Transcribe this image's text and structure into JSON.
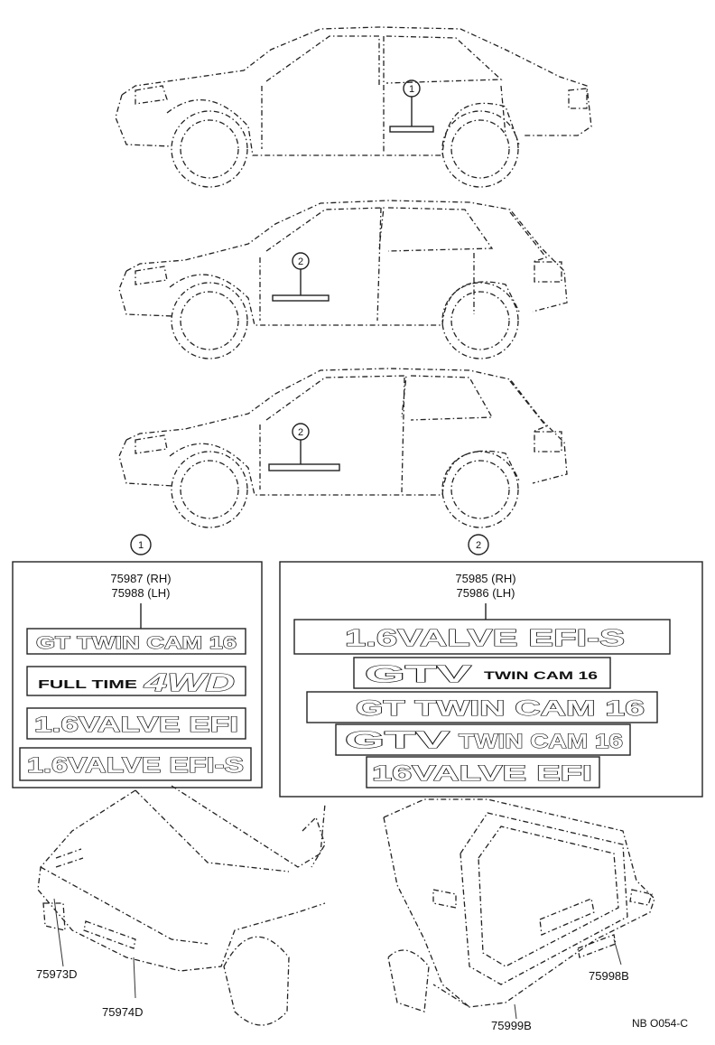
{
  "callouts": {
    "one": "1",
    "two": "2"
  },
  "panel1": {
    "parts": [
      "75987 (RH)",
      "75988 (LH)"
    ],
    "emblems": [
      "GT TWIN CAM 16",
      "FULL TIME",
      "4WD",
      "1.6VALVE EFI",
      "1.6VALVE EFI-S"
    ]
  },
  "panel2": {
    "parts": [
      "75985 (RH)",
      "75986 (LH)"
    ],
    "emblems": [
      "1.6VALVE EFI-S",
      "GTV",
      "TWIN CAM 16",
      "GT TWIN CAM 16",
      "GTV",
      "TWIN CAM 16",
      "16VALVE EFI"
    ]
  },
  "front_labels": [
    "75973D",
    "75974D"
  ],
  "rear_labels": [
    "75998B",
    "75999B"
  ],
  "ref_code": "NB O054-C"
}
